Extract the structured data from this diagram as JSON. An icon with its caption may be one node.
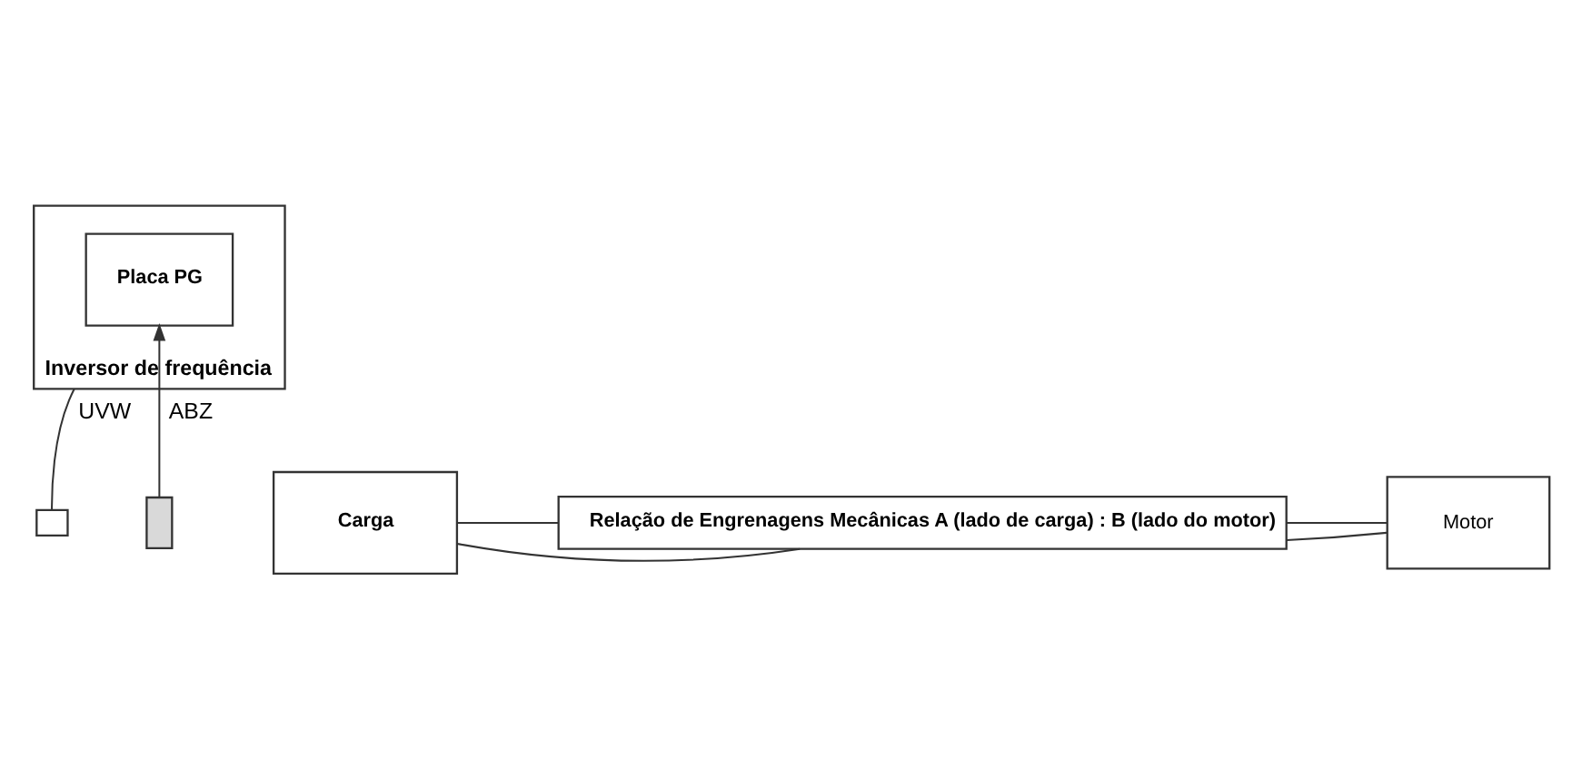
{
  "diagram": {
    "nodes": [
      {
        "text": [
          "Inversor de frequência"
        ]
      },
      {
        "text": [
          "Placa PG"
        ],
        "in": 0
      },
      {
        "text": [],
        "shape": "box"
      },
      {
        "text": [
          "Carga"
        ]
      },
      {
        "text": [
          "Relação de Engrenagens Mecânicas A (lado de carga) : B (lado do motor)"
        ]
      },
      {
        "text": [
          "Motor"
        ]
      },
      {
        "text": [],
        "shape": "box"
      }
    ],
    "edges": [
      {
        "from": 2,
        "to": 1,
        "arrow": "to",
        "label": "ABZ"
      },
      {
        "from": 0,
        "to": 6,
        "arrow": "none",
        "label": "UVW"
      },
      {
        "from": 3,
        "to": 4,
        "arrow": "none"
      },
      {
        "from": 3,
        "to": 4,
        "arrow": "none"
      },
      {
        "from": 4,
        "to": 5,
        "arrow": "none"
      },
      {
        "from": 4,
        "to": 5,
        "arrow": "none"
      }
    ]
  }
}
